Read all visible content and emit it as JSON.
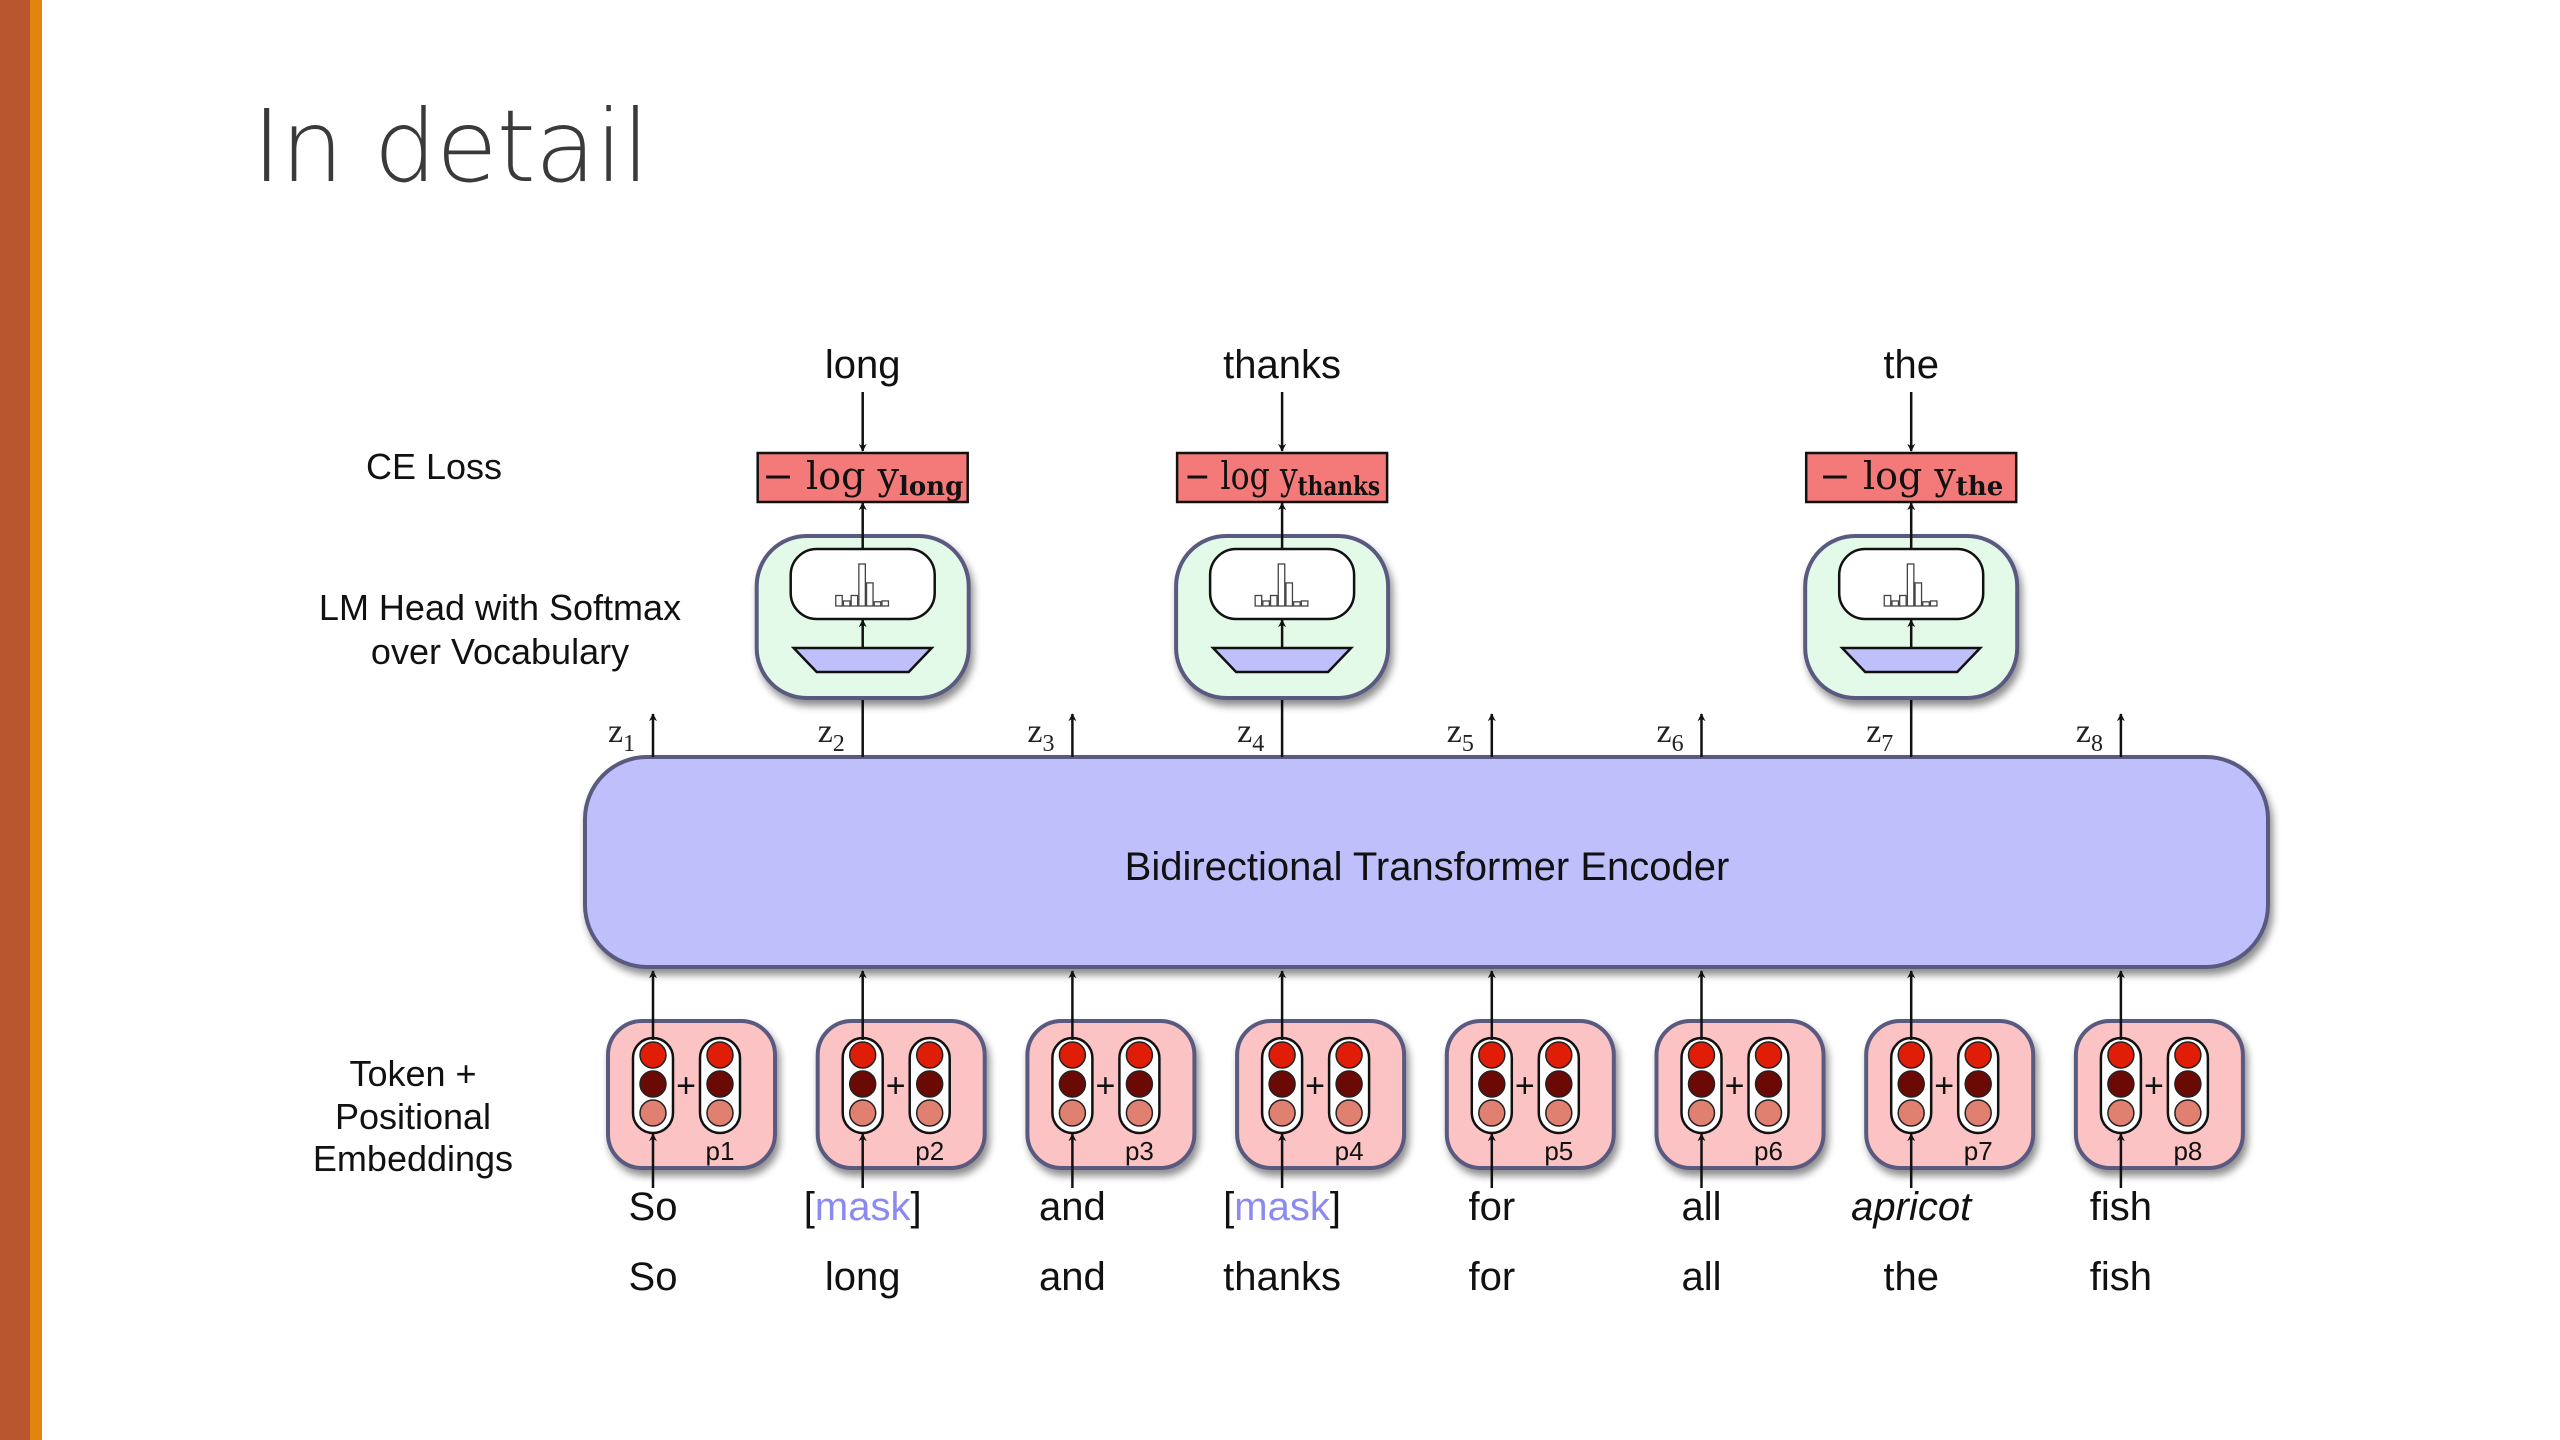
{
  "slide": {
    "title": "In detail",
    "accent_colors": {
      "left_bar": "#B9562F",
      "left_stripe": "#E2850F"
    }
  },
  "side_labels": {
    "ce_loss": "CE Loss",
    "lm_head": [
      "LM Head with Softmax",
      "over Vocabulary"
    ],
    "embeddings": [
      "Token +",
      "Positional",
      "Embeddings"
    ]
  },
  "encoder": {
    "label": "Bidirectional Transformer Encoder",
    "fill": "#BFBFFB"
  },
  "outputs": [
    {
      "z": "z",
      "sub": "1",
      "has_head": false
    },
    {
      "z": "z",
      "sub": "2",
      "has_head": true,
      "target": "long",
      "loss_prefix": "− log y",
      "loss_sub": "long"
    },
    {
      "z": "z",
      "sub": "3",
      "has_head": false
    },
    {
      "z": "z",
      "sub": "4",
      "has_head": true,
      "target": "thanks",
      "loss_prefix": "− log y",
      "loss_sub": "thanks"
    },
    {
      "z": "z",
      "sub": "5",
      "has_head": false
    },
    {
      "z": "z",
      "sub": "6",
      "has_head": false
    },
    {
      "z": "z",
      "sub": "7",
      "has_head": true,
      "target": "the",
      "loss_prefix": "− log y",
      "loss_sub": "the"
    },
    {
      "z": "z",
      "sub": "8",
      "has_head": false
    }
  ],
  "tokens": [
    {
      "position": "p1",
      "input": "So",
      "input_style": "plain",
      "original": "So"
    },
    {
      "position": "p2",
      "input": "mask",
      "input_style": "mask",
      "original": "long"
    },
    {
      "position": "p3",
      "input": "and",
      "input_style": "plain",
      "original": "and"
    },
    {
      "position": "p4",
      "input": "mask",
      "input_style": "mask",
      "original": "thanks"
    },
    {
      "position": "p5",
      "input": "for",
      "input_style": "plain",
      "original": "for"
    },
    {
      "position": "p6",
      "input": "all",
      "input_style": "plain",
      "original": "all"
    },
    {
      "position": "p7",
      "input": "apricot",
      "input_style": "random",
      "original": "the"
    },
    {
      "position": "p8",
      "input": "fish",
      "input_style": "plain",
      "original": "fish"
    }
  ],
  "softmax_histogram": [
    0.25,
    0.12,
    0.25,
    1.0,
    0.55,
    0.1,
    0.12
  ],
  "colors": {
    "target_text": "#8A8AF0",
    "loss_fill": "#F47A7A",
    "head_fill": "#E3FAE8",
    "embed_fill": "#FBC3C3",
    "projection_fill": "#BFBFFB",
    "box_stroke": "#5A5A80",
    "dot_top": "#E01E08",
    "dot_mid": "#6B0A05",
    "dot_bottom": "#E08070"
  }
}
